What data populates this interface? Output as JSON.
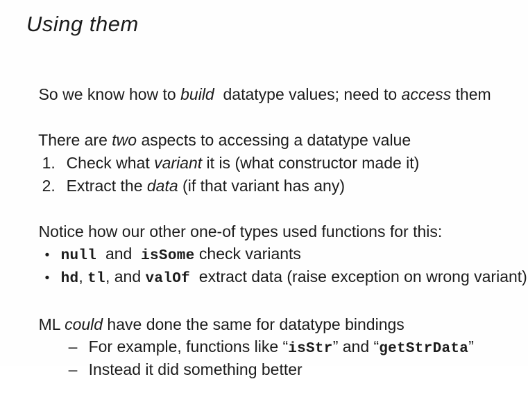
{
  "slide": {
    "title": "Using them",
    "colors": {
      "background": "#fefefe",
      "text": "#1c1c1c"
    },
    "lines": [
      {
        "id": "intro",
        "marker": "",
        "segments": [
          {
            "t": "So we know how to "
          },
          {
            "t": "build",
            "s": "i"
          },
          {
            "t": "  datatype values; need to "
          },
          {
            "t": "access",
            "s": "i"
          },
          {
            "t": " them"
          }
        ]
      },
      {
        "id": "aspects",
        "marker": "",
        "segments": [
          {
            "t": "There are "
          },
          {
            "t": "two",
            "s": "i"
          },
          {
            "t": " aspects to accessing a datatype value"
          }
        ]
      },
      {
        "id": "aspect-check-variant",
        "marker": "1.",
        "segments": [
          {
            "t": "Check what "
          },
          {
            "t": "variant",
            "s": "i"
          },
          {
            "t": " it is (what constructor made it)"
          }
        ]
      },
      {
        "id": "aspect-extract-data",
        "marker": "2.",
        "segments": [
          {
            "t": "Extract the "
          },
          {
            "t": "data",
            "s": "i"
          },
          {
            "t": " (if that variant has any)"
          }
        ]
      },
      {
        "id": "notice",
        "marker": "",
        "segments": [
          {
            "t": "Notice how our other one-of types used functions for this:"
          }
        ]
      },
      {
        "id": "check-variants-functions",
        "marker": "•",
        "segments": [
          {
            "t": "null",
            "s": "m"
          },
          {
            "t": "  and  "
          },
          {
            "t": "isSome",
            "s": "m"
          },
          {
            "t": " check variants"
          }
        ]
      },
      {
        "id": "extract-data-functions",
        "marker": "•",
        "segments": [
          {
            "t": "hd",
            "s": "m"
          },
          {
            "t": ", "
          },
          {
            "t": "tl",
            "s": "m"
          },
          {
            "t": ", and "
          },
          {
            "t": "valOf",
            "s": "m"
          },
          {
            "t": "  extract data (raise exception on wrong variant)"
          }
        ]
      },
      {
        "id": "ml-could",
        "marker": "",
        "segments": [
          {
            "t": "ML "
          },
          {
            "t": "could",
            "s": "i"
          },
          {
            "t": " have done the same for datatype bindings"
          }
        ]
      },
      {
        "id": "for-example",
        "marker": "–",
        "segments": [
          {
            "t": "For example, functions like “"
          },
          {
            "t": "isStr",
            "s": "m"
          },
          {
            "t": "” and “"
          },
          {
            "t": "getStrData",
            "s": "m"
          },
          {
            "t": "”"
          }
        ]
      },
      {
        "id": "instead",
        "marker": "–",
        "segments": [
          {
            "t": "Instead it did something better"
          }
        ]
      }
    ]
  }
}
